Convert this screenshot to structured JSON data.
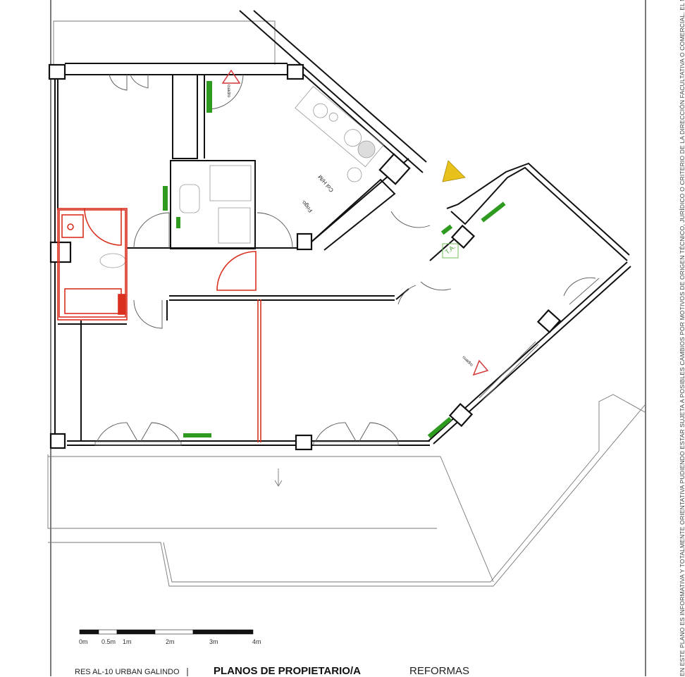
{
  "plan": {
    "room_labels": {
      "kitchen_fridge": "Frigo.",
      "kitchen_hot_cold_water": "Col H/M",
      "ta_label": "T.A.",
      "panel_label_1": "cuadro",
      "panel_label_2": "cuadro"
    },
    "colors": {
      "wall": "#111111",
      "reform_red": "#d9301f",
      "green_marker": "#2e9a1f",
      "warning_yellow": "#e8c21a",
      "warning_red_outline": "#d23a3a"
    }
  },
  "scale_bar": {
    "labels": [
      "0m",
      "0.5m",
      "1m",
      "2m",
      "3m",
      "4m"
    ]
  },
  "title_block": {
    "project": "RES AL-10 URBAN GALINDO",
    "title": "PLANOS DE PROPIETARIO/A",
    "subtitle": "REFORMAS"
  },
  "disclaimer": "EN ESTE PLANO ES INFORMATIVA Y TOTALMENTE ORIENTATIVA PUDIENDO ESTAR SUJETA A POSIBLES CAMBIOS POR MOTIVOS DE ORIGEN TÉCNICO, JURÍDICO O CRITERIO DE LA DIRECCIÓN FACULTATIVA O COMERCIAL. EL MO"
}
